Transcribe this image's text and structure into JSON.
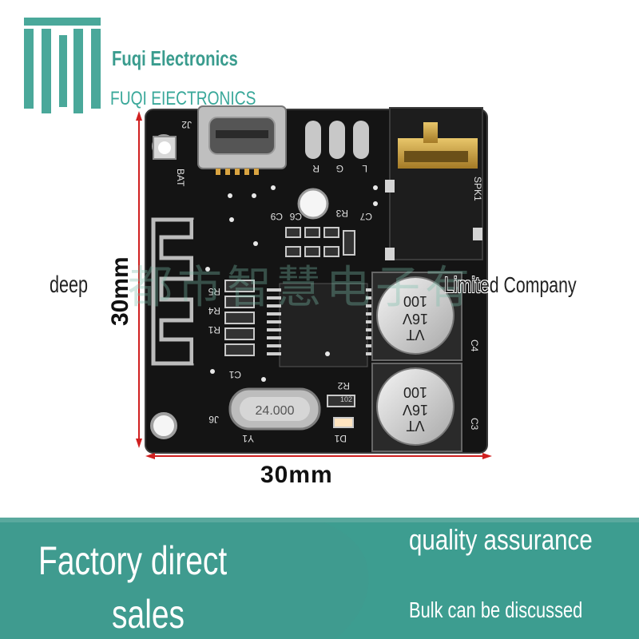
{
  "brand": {
    "name_title": "Fuqi Electronics",
    "name_caps": "FUQI EIECTRONICS"
  },
  "watermark": {
    "text": "都市智慧电子有",
    "company": "Limited Company",
    "prefix": "deep"
  },
  "board": {
    "width_label": "30mm",
    "height_label": "30mm",
    "crystal_label": "24.000",
    "capacitor_text": [
      "VT",
      "16V",
      "100"
    ],
    "silkscreen": [
      "J2",
      "BAT",
      "R",
      "G",
      "L",
      "SPK1",
      "C6",
      "C9",
      "R3",
      "C7",
      "R5",
      "R4",
      "R1",
      "C1",
      "R2",
      "C4",
      "C3",
      "D1",
      "Y1",
      "J6",
      "102"
    ]
  },
  "banner": {
    "left_line1": "Factory direct",
    "left_line2": "sales",
    "right_line1": "quality assurance",
    "right_line2": "Bulk can be discussed"
  },
  "colors": {
    "brand_teal": "#4aa89a",
    "banner_teal": "#3d9d90",
    "banner_light": "#7fc0b6",
    "dimension_red": "#d02020",
    "pcb_black": "#141414"
  }
}
